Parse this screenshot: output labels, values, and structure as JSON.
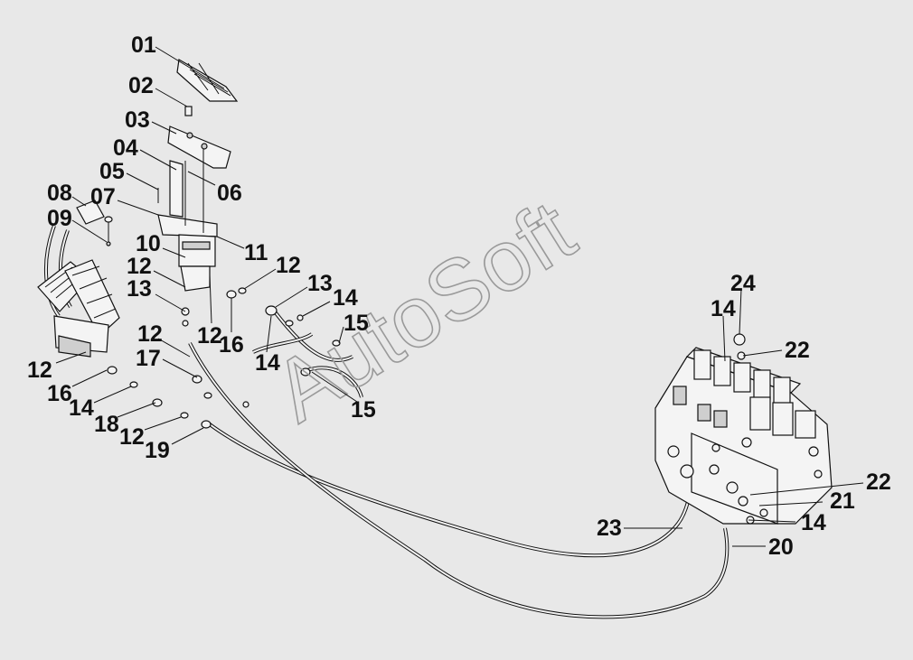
{
  "watermark": "AutoSoft",
  "labels": {
    "l01": "01",
    "l02": "02",
    "l03": "03",
    "l04": "04",
    "l05": "05",
    "l06": "06",
    "l07": "07",
    "l08": "08",
    "l09": "09",
    "l10": "10",
    "l11": "11",
    "l12a": "12",
    "l12b": "12",
    "l12c": "12",
    "l12d": "12",
    "l12e": "12",
    "l12f": "12",
    "l13a": "13",
    "l13b": "13",
    "l14a": "14",
    "l14b": "14",
    "l14c": "14",
    "l14d": "14",
    "l15a": "15",
    "l15b": "15",
    "l16a": "16",
    "l16b": "16",
    "l17": "17",
    "l18": "18",
    "l19": "19",
    "l20": "20",
    "l21": "21",
    "l22a": "22",
    "l22b": "22",
    "l23": "23",
    "l24": "24"
  }
}
